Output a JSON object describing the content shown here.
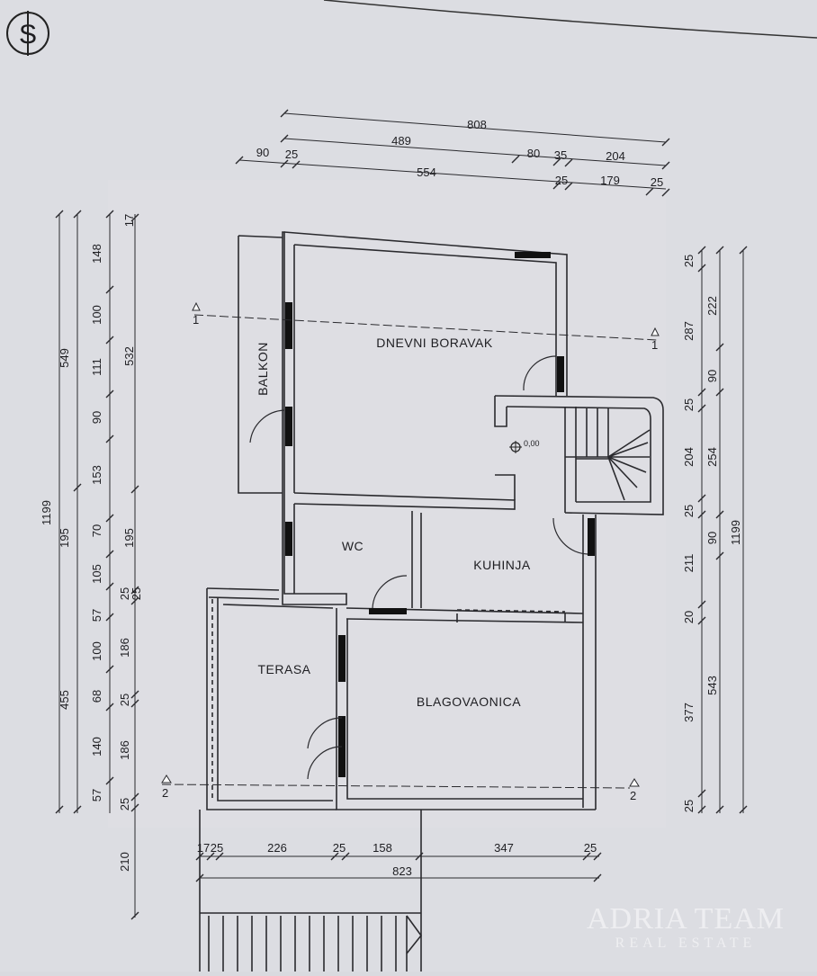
{
  "logo": {
    "glyph": "S"
  },
  "rooms": {
    "dnevni_boravak": "DNEVNI BORAVAK",
    "balkon": "BALKON",
    "wc": "WC",
    "kuhinja": "KUHINJA",
    "terasa": "TERASA",
    "blagovaonica": "BLAGOVAONICA"
  },
  "level_mark": "0,00",
  "section_marks": {
    "one": "1",
    "two": "2"
  },
  "dims_top": [
    "808",
    "489",
    "80",
    "35",
    "204",
    "90",
    "25",
    "554",
    "25",
    "179",
    "25"
  ],
  "dims_left": [
    "1199",
    "549",
    "148",
    "100",
    "111",
    "90",
    "153",
    "70",
    "105",
    "25",
    "57",
    "100",
    "68",
    "140",
    "57",
    "455",
    "195",
    "532",
    "17",
    "195",
    "25",
    "186",
    "25",
    "186",
    "25",
    "210"
  ],
  "dims_right": [
    "25",
    "287",
    "222",
    "90",
    "25",
    "204",
    "254",
    "25",
    "211",
    "90",
    "20",
    "377",
    "543",
    "1199",
    "25"
  ],
  "dims_bottom": [
    "17",
    "25",
    "226",
    "25",
    "158",
    "347",
    "25",
    "823"
  ],
  "watermark": {
    "line1": "ADRIA TEAM",
    "line2": "REAL ESTATE"
  }
}
